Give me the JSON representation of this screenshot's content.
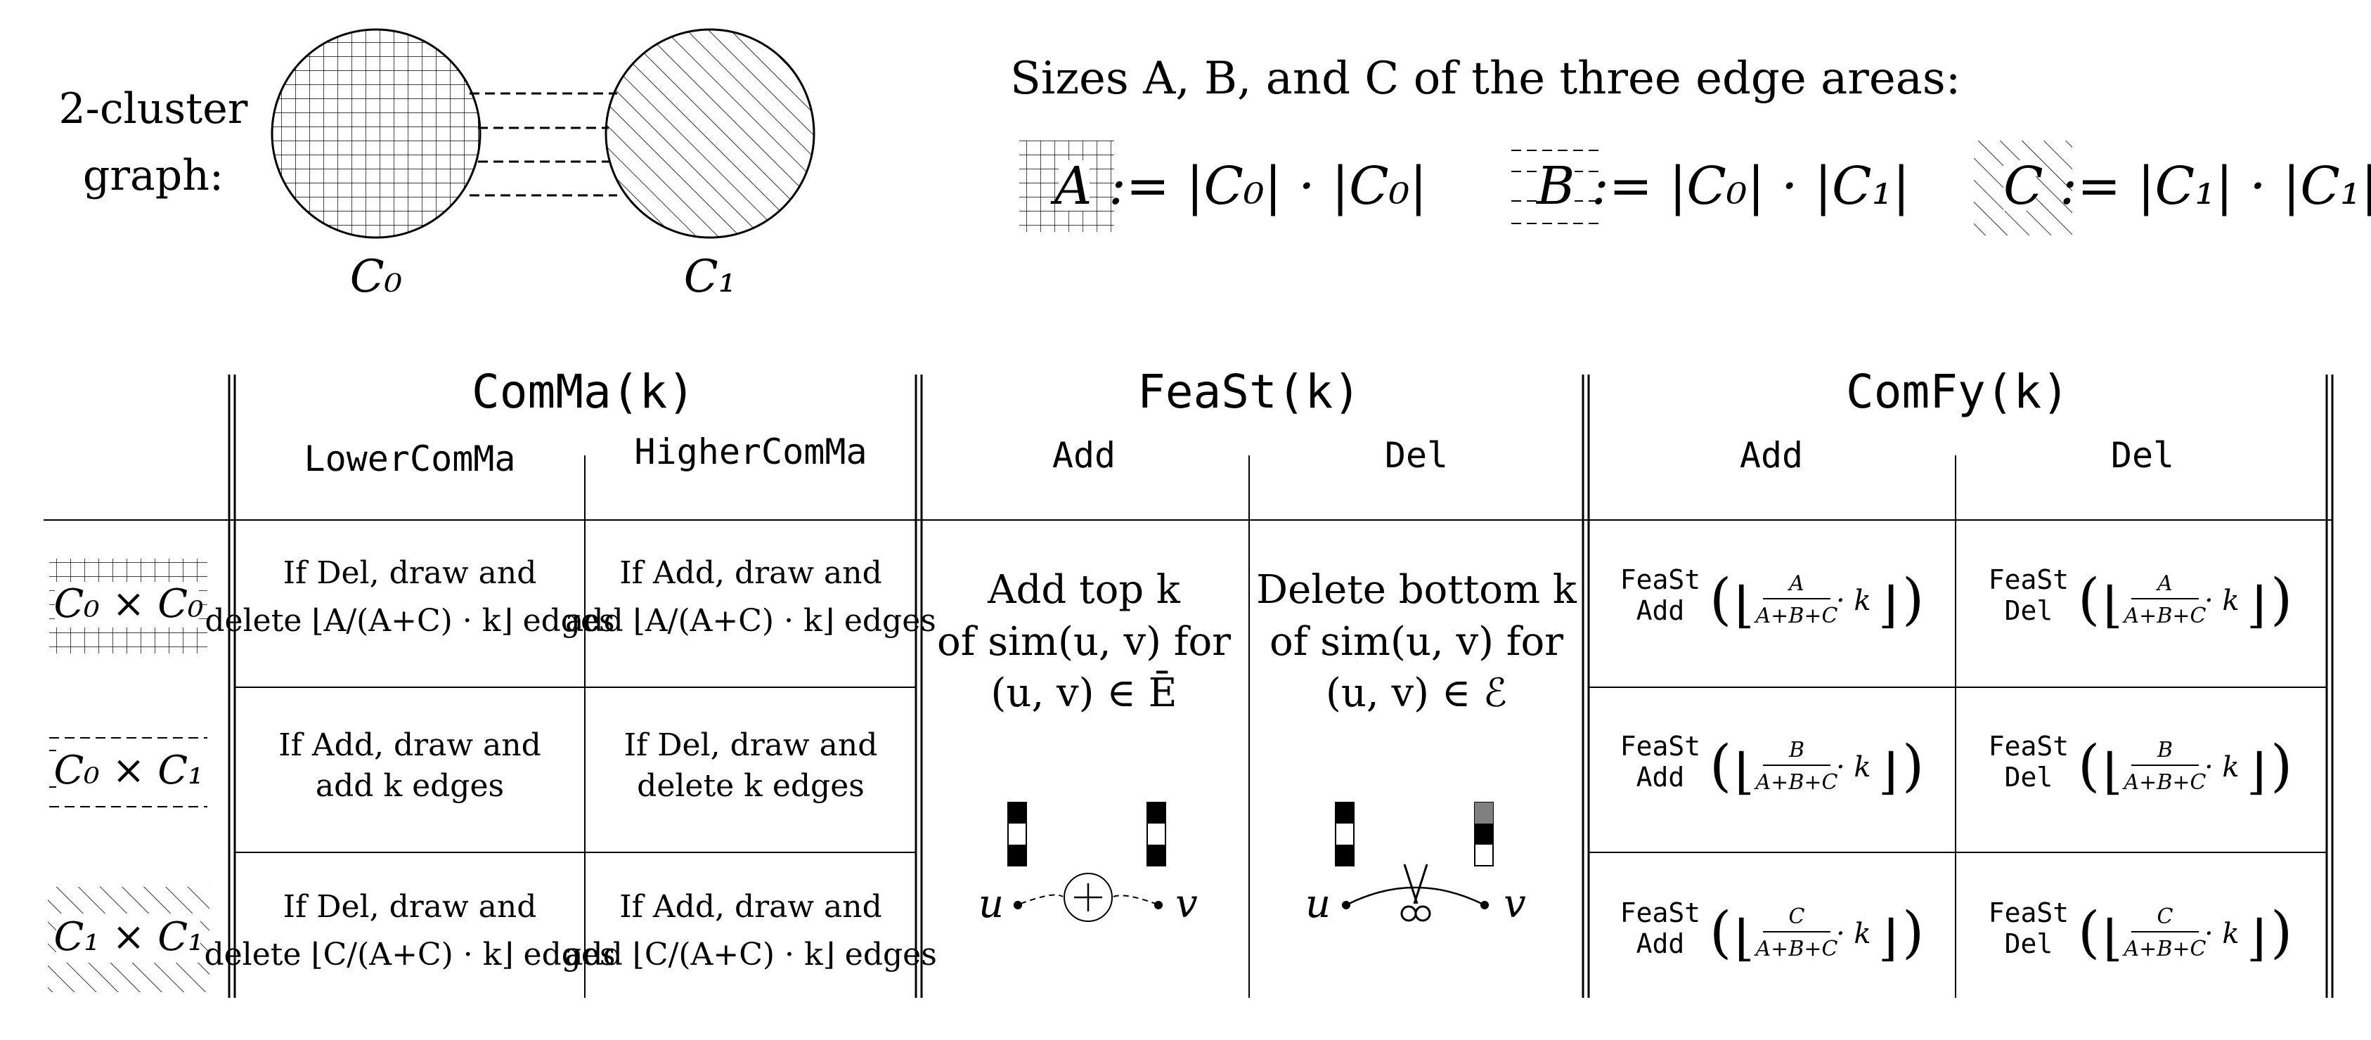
{
  "top": {
    "graph_label_line1": "2-cluster",
    "graph_label_line2": "graph:",
    "cluster0_label": "C₀",
    "cluster1_label": "C₁",
    "sizes_heading": "Sizes A, B, and C of the three edge areas:",
    "size_A_def": "A := |C₀| · |C₀|",
    "size_B_def": "B := |C₀| · |C₁|",
    "size_C_def": "C := |C₁| · |C₁|"
  },
  "table": {
    "group_comma": "ComMa(k)",
    "group_feast": "FeaSt(k)",
    "group_comfy": "ComFy(k)",
    "sub_lower": "LowerComMa",
    "sub_higher": "HigherComMa",
    "sub_feast_add": "Add",
    "sub_feast_del": "Del",
    "sub_comfy_add": "Add",
    "sub_comfy_del": "Del",
    "row_labels": [
      "C₀ × C₀",
      "C₀ × C₁",
      "C₁ × C₁"
    ],
    "lower": [
      {
        "l1": "If Del, draw and",
        "l2": "delete ⌊A/(A+C) · k⌋ edges"
      },
      {
        "l1": "If Add, draw and",
        "l2": "add k edges"
      },
      {
        "l1": "If Del, draw and",
        "l2": "delete ⌊C/(A+C) · k⌋ edges"
      }
    ],
    "higher": [
      {
        "l1": "If Add, draw and",
        "l2": "add ⌊A/(A+C) · k⌋ edges"
      },
      {
        "l1": "If Del, draw and",
        "l2": "delete k edges"
      },
      {
        "l1": "If Add, draw and",
        "l2": "add ⌊C/(A+C) · k⌋ edges"
      }
    ],
    "feast_add_text": [
      "Add top k",
      "of sim(u, v) for",
      "(u, v) ∈ Ē"
    ],
    "feast_del_text": [
      "Delete bottom k",
      "of sim(u, v) for",
      "(u, v) ∈ ℰ"
    ],
    "node_u": "u",
    "node_v": "v",
    "comfy_fn": "FeaSt",
    "comfy_add_op": "Add",
    "comfy_del_op": "Del",
    "comfy_numerators": [
      "A",
      "B",
      "C"
    ],
    "comfy_denominator": "A+B+C",
    "comfy_factor": "· k"
  }
}
